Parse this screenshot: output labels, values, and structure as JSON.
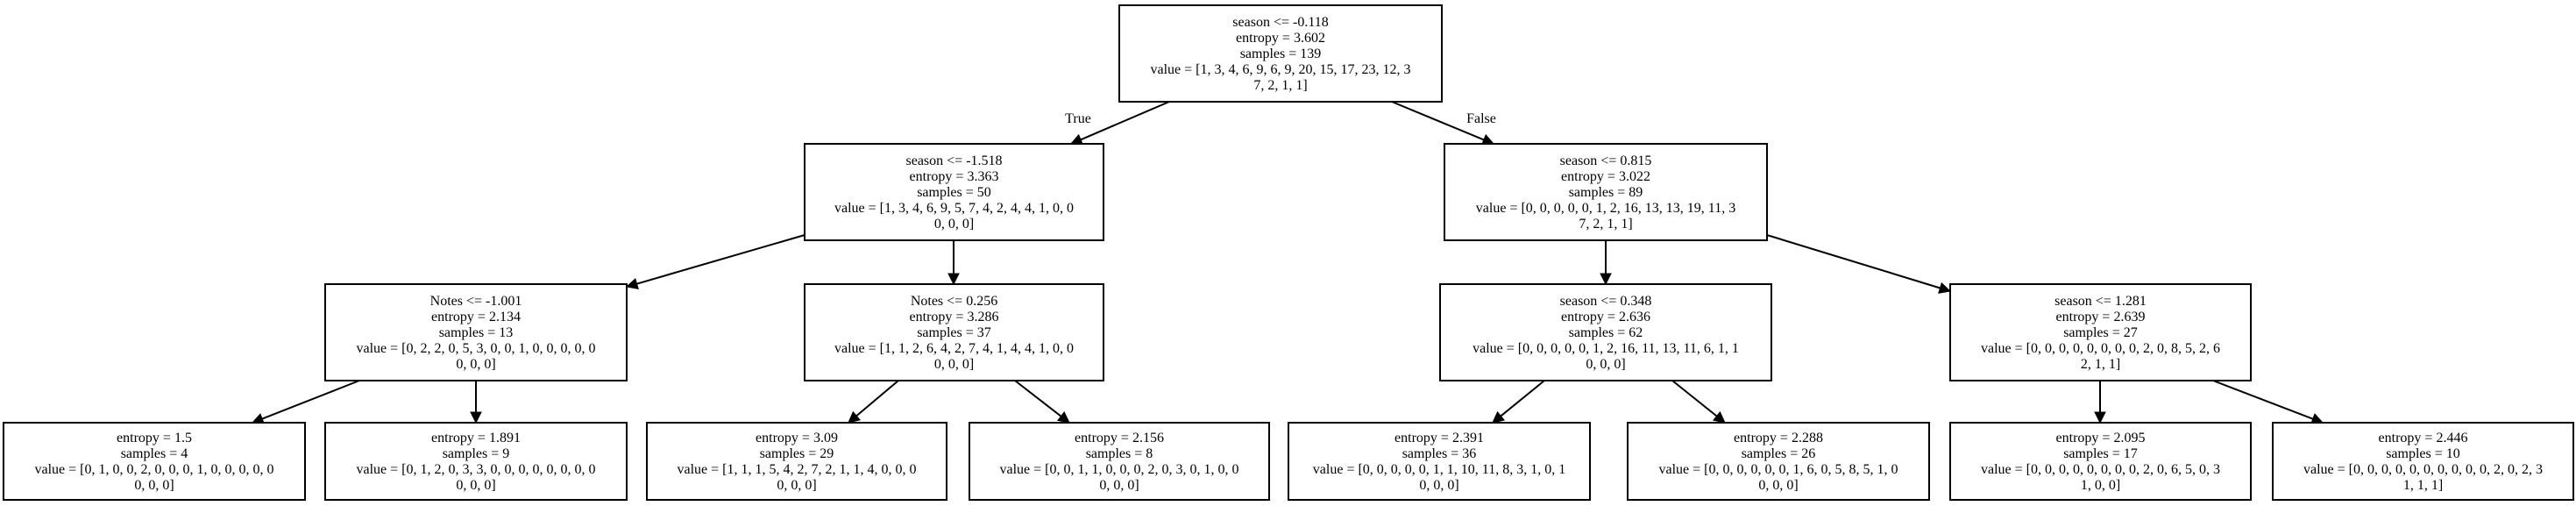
{
  "nodes": [
    {
      "id": "n0",
      "lines": [
        "season <= -0.118",
        "entropy = 3.602",
        "samples = 139",
        "value = [1, 3, 4, 6, 9, 6, 9, 20, 15, 17, 23, 12, 3",
        "7, 2, 1, 1]"
      ]
    },
    {
      "id": "n1",
      "lines": [
        "season <= -1.518",
        "entropy = 3.363",
        "samples = 50",
        "value = [1, 3, 4, 6, 9, 5, 7, 4, 2, 4, 4, 1, 0, 0",
        "0, 0, 0]"
      ]
    },
    {
      "id": "n2",
      "lines": [
        "Notes <= -1.001",
        "entropy = 2.134",
        "samples = 13",
        "value = [0, 2, 2, 0, 5, 3, 0, 0, 1, 0, 0, 0, 0, 0",
        "0, 0, 0]"
      ]
    },
    {
      "id": "n3",
      "lines": [
        "entropy = 1.5",
        "samples = 4",
        "value = [0, 1, 0, 0, 2, 0, 0, 0, 1, 0, 0, 0, 0, 0",
        "0, 0, 0]"
      ]
    },
    {
      "id": "n4",
      "lines": [
        "entropy = 1.891",
        "samples = 9",
        "value = [0, 1, 2, 0, 3, 3, 0, 0, 0, 0, 0, 0, 0, 0",
        "0, 0, 0]"
      ]
    },
    {
      "id": "n5",
      "lines": [
        "Notes <= 0.256",
        "entropy = 3.286",
        "samples = 37",
        "value = [1, 1, 2, 6, 4, 2, 7, 4, 1, 4, 4, 1, 0, 0",
        "0, 0, 0]"
      ]
    },
    {
      "id": "n6",
      "lines": [
        "entropy = 3.09",
        "samples = 29",
        "value = [1, 1, 1, 5, 4, 2, 7, 2, 1, 1, 4, 0, 0, 0",
        "0, 0, 0]"
      ]
    },
    {
      "id": "n7",
      "lines": [
        "entropy = 2.156",
        "samples = 8",
        "value = [0, 0, 1, 1, 0, 0, 0, 2, 0, 3, 0, 1, 0, 0",
        "0, 0, 0]"
      ]
    },
    {
      "id": "n8",
      "lines": [
        "season <= 0.815",
        "entropy = 3.022",
        "samples = 89",
        "value = [0, 0, 0, 0, 0, 1, 2, 16, 13, 13, 19, 11, 3",
        "7, 2, 1, 1]"
      ]
    },
    {
      "id": "n9",
      "lines": [
        "season <= 0.348",
        "entropy = 2.636",
        "samples = 62",
        "value = [0, 0, 0, 0, 0, 1, 2, 16, 11, 13, 11, 6, 1, 1",
        "0, 0, 0]"
      ]
    },
    {
      "id": "n10",
      "lines": [
        "entropy = 2.391",
        "samples = 36",
        "value = [0, 0, 0, 0, 0, 1, 1, 10, 11, 8, 3, 1, 0, 1",
        "0, 0, 0]"
      ]
    },
    {
      "id": "n11",
      "lines": [
        "entropy = 2.288",
        "samples = 26",
        "value = [0, 0, 0, 0, 0, 0, 1, 6, 0, 5, 8, 5, 1, 0",
        "0, 0, 0]"
      ]
    },
    {
      "id": "n12",
      "lines": [
        "season <= 1.281",
        "entropy = 2.639",
        "samples = 27",
        "value = [0, 0, 0, 0, 0, 0, 0, 0, 2, 0, 8, 5, 2, 6",
        "2, 1, 1]"
      ]
    },
    {
      "id": "n13",
      "lines": [
        "entropy = 2.095",
        "samples = 17",
        "value = [0, 0, 0, 0, 0, 0, 0, 0, 2, 0, 6, 5, 0, 3",
        "1, 0, 0]"
      ]
    },
    {
      "id": "n14",
      "lines": [
        "entropy = 2.446",
        "samples = 10",
        "value = [0, 0, 0, 0, 0, 0, 0, 0, 0, 0, 2, 0, 2, 3",
        "1, 1, 1]"
      ]
    }
  ],
  "edges": [
    {
      "from": "n0",
      "to": "n1",
      "label": "True"
    },
    {
      "from": "n0",
      "to": "n8",
      "label": "False"
    },
    {
      "from": "n1",
      "to": "n2"
    },
    {
      "from": "n1",
      "to": "n5"
    },
    {
      "from": "n2",
      "to": "n3"
    },
    {
      "from": "n2",
      "to": "n4"
    },
    {
      "from": "n5",
      "to": "n6"
    },
    {
      "from": "n5",
      "to": "n7"
    },
    {
      "from": "n8",
      "to": "n9"
    },
    {
      "from": "n8",
      "to": "n12"
    },
    {
      "from": "n9",
      "to": "n10"
    },
    {
      "from": "n9",
      "to": "n11"
    },
    {
      "from": "n12",
      "to": "n13"
    },
    {
      "from": "n12",
      "to": "n14"
    }
  ]
}
